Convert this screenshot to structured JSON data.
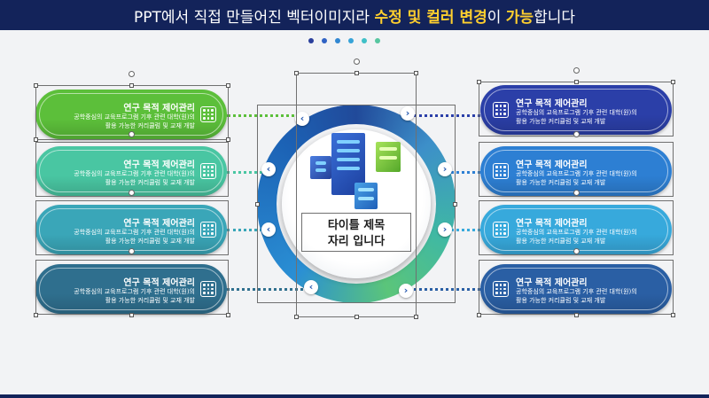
{
  "banner": {
    "part1": "PPT에서 직접 만들어진 벡터이미지라 ",
    "part2": "수정 및 컬러 변경",
    "part3": "이 ",
    "part4": "가능",
    "part5": "합니다"
  },
  "center": {
    "title_line1": "타이틀 제목",
    "title_line2": "자리 입니다"
  },
  "cards_left": [
    {
      "title": "연구 목적 제어관리",
      "desc1": "공학중심의 교육프로그램 기후 관련 대학(원)의",
      "desc2": "활용 가능한 커리큘럼 및 교재 개발",
      "color": "#5cbf3a"
    },
    {
      "title": "연구 목적 제어관리",
      "desc1": "공학중심의 교육프로그램 기후 관련 대학(원)의",
      "desc2": "활용 가능한 커리큘럼 및 교재 개발",
      "color": "#49c6a2"
    },
    {
      "title": "연구 목적 제어관리",
      "desc1": "공학중심의 교육프로그램 기후 관련 대학(원)의",
      "desc2": "활용 가능한 커리큘럼 및 교재 개발",
      "color": "#3aa6b8"
    },
    {
      "title": "연구 목적 제어관리",
      "desc1": "공학중심의 교육프로그램 기후 관련 대학(원)의",
      "desc2": "활용 가능한 커리큘럼 및 교재 개발",
      "color": "#2f6f8e"
    }
  ],
  "cards_right": [
    {
      "title": "연구 목적 제어관리",
      "desc1": "공학중심의 교육프로그램 기후 관련 대학(원)의",
      "desc2": "활용 가능한 커리큘럼 및 교재 개발",
      "color": "#2b3fa8"
    },
    {
      "title": "연구 목적 제어관리",
      "desc1": "공학중심의 교육프로그램 기후 관련 대학(원)의",
      "desc2": "활용 가능한 커리큘럼 및 교재 개발",
      "color": "#2d7fd3"
    },
    {
      "title": "연구 목적 제어관리",
      "desc1": "공학중심의 교육프로그램 기후 관련 대학(원)의",
      "desc2": "활용 가능한 커리큘럼 및 교재 개발",
      "color": "#37a9dc"
    },
    {
      "title": "연구 목적 제어관리",
      "desc1": "공학중심의 교육프로그램 기후 관련 대학(원)의",
      "desc2": "활용 가능한 커리큘럼 및 교재 개발",
      "color": "#2a5fa4"
    }
  ],
  "dots": [
    "#2a3f9c",
    "#2f62c4",
    "#3187d2",
    "#36a3d8",
    "#3fc0c7",
    "#57c6a0"
  ],
  "colors": {
    "banner_bg": "#13235a",
    "highlight": "#ffcf2e"
  },
  "icons": {
    "chevron": "chevron-icon",
    "card_icon": "grid-icon"
  }
}
